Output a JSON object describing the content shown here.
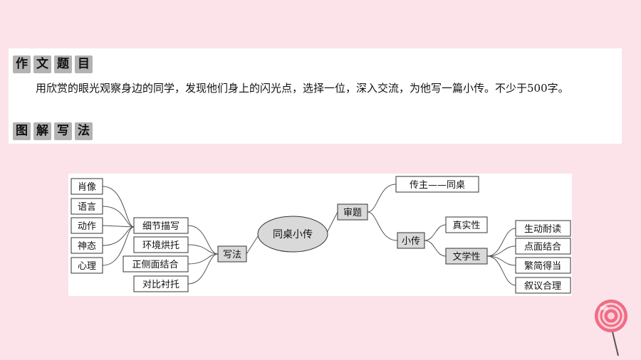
{
  "prompt_heading": [
    "作",
    "文",
    "题",
    "目"
  ],
  "prompt_text": "用欣赏的眼光观察身边的同学，发现他们身上的闪光点，选择一位，深入交流，为他写一篇小传。不少于500字。",
  "method_heading": [
    "图",
    "解",
    "写",
    "法"
  ],
  "mindmap": {
    "center": "同桌小传",
    "left_branch": "写法",
    "left_items": [
      "细节描写",
      "环境烘托",
      "正侧面结合",
      "对比衬托"
    ],
    "detail_items": [
      "肖像",
      "语言",
      "动作",
      "神态",
      "心理"
    ],
    "right_branch": "审题",
    "subject": "传主——同桌",
    "genre": "小传",
    "genre_items": [
      "真实性",
      "文学性"
    ],
    "literary_items": [
      "生动耐读",
      "点面结合",
      "繁简得当",
      "叙议合理"
    ]
  }
}
